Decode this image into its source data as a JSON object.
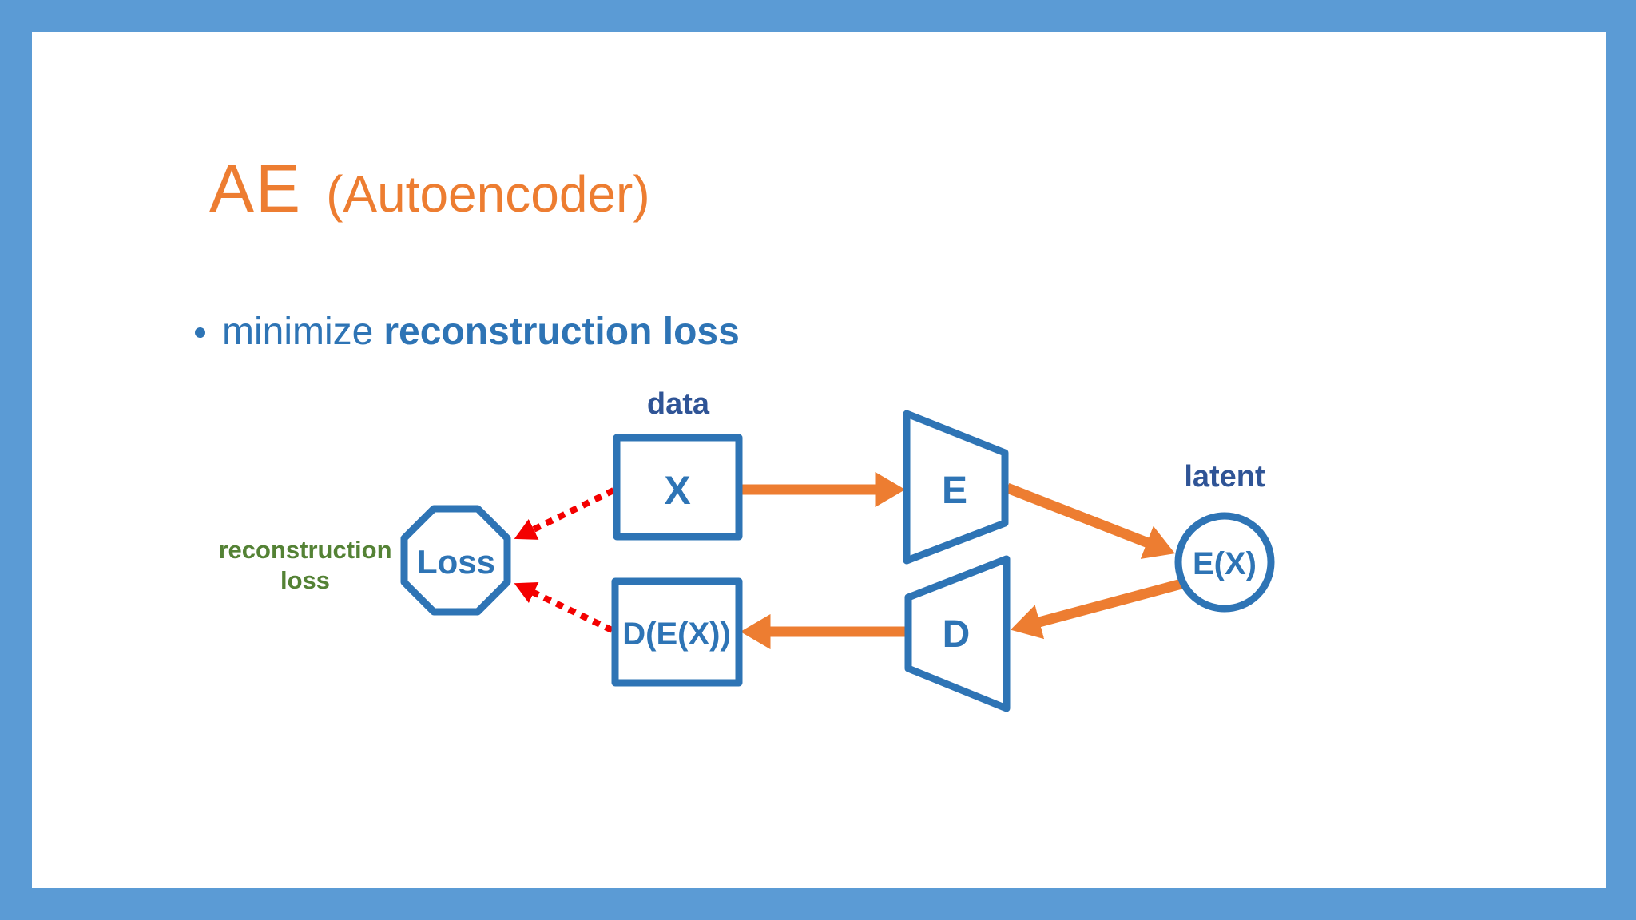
{
  "slide": {
    "title": "AE",
    "title_suffix": "(Autoencoder)",
    "bullet": {
      "regular": "minimize",
      "bold": "reconstruction loss"
    }
  },
  "diagram": {
    "caption_data": "data",
    "caption_latent": "latent",
    "caption_recon_line1": "reconstruction",
    "caption_recon_line2": "loss",
    "node_input": "X",
    "node_encoder": "E",
    "node_latent": "E(X)",
    "node_decoder": "D",
    "node_output": "D(E(X))",
    "node_loss": "Loss"
  },
  "colors": {
    "frame_blue": "#5b9bd5",
    "slide_white": "#ffffff",
    "title_orange": "#ed7d31",
    "shape_blue": "#2e74b5",
    "caption_navy": "#2f5496",
    "recon_label_green": "#548235",
    "arrow_orange": "#ed7d31",
    "loss_arrow_red": "#f40000"
  }
}
